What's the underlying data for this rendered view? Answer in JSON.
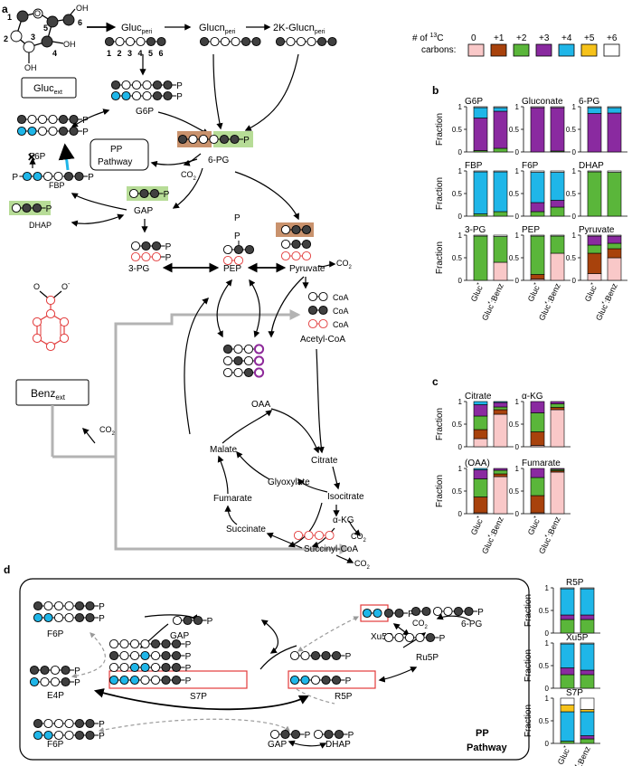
{
  "panels": {
    "a": "a",
    "b": "b",
    "c": "c",
    "d": "d"
  },
  "colors": {
    "black": "#404040",
    "white": "#ffffff",
    "blue": "#1fb6e8",
    "green": "#6fc24a",
    "boxGreen": "#b7dc97",
    "boxOrange": "#c9926d",
    "red": "#e23b3b",
    "purple": "#8e2a9a",
    "c0": "#f9c8c8",
    "c1": "#a8420c",
    "c2": "#5ab63a",
    "c3": "#8a2aa0",
    "c4": "#1fb6e8",
    "c5": "#f6c21a",
    "c6": "#ffffff"
  },
  "legend": {
    "title_line1": "# of ",
    "title_sup": "13",
    "title_line1b": "C",
    "title_line2": "carbons:",
    "items": [
      "0",
      "+1",
      "+2",
      "+3",
      "+4",
      "+5",
      "+6"
    ]
  },
  "pathway": {
    "gluc_ext_base": "Gluc",
    "gluc_ext_sub": "ext",
    "gluc_peri_base": "Gluc",
    "gluc_peri_sub": "peri",
    "glucn_peri_base": "Glucn",
    "glucn_peri_sub": "peri",
    "kglucn_peri_base": "2K-Glucn",
    "kglucn_peri_sub": "peri",
    "carbon_numbers": [
      "1",
      "2",
      "3",
      "4",
      "5",
      "6"
    ],
    "ring_numbers": [
      "1",
      "2",
      "3",
      "4",
      "5",
      "6"
    ],
    "oh": "OH",
    "o": "O",
    "p": "P",
    "g6p": "G6P",
    "f6p": "F6P",
    "pg6": "6-PG",
    "pp_line1": "PP",
    "pp_line2": "Pathway",
    "co2": "CO",
    "co2_sub": "2",
    "fbp": "FBP",
    "dhap": "DHAP",
    "gap": "GAP",
    "pg3": "3-PG",
    "pep": "PEP",
    "pyruvate": "Pyruvate",
    "coa": "CoA",
    "acetylcoa": "Acetyl-CoA",
    "benz_base": "Benz",
    "benz_sub": "ext",
    "benzoate_o": "O",
    "benzoate_om": "O",
    "benzoate_om_sup": "-",
    "oaa": "OAA",
    "malate": "Malate",
    "citrate": "Citrate",
    "glyoxylate": "Glyoxylate",
    "isocitrate": "Isocitrate",
    "fumarate": "Fumarate",
    "succinate": "Succinate",
    "succinylcoa": "Succinyl-CoA",
    "akg": "α-KG"
  },
  "pp": {
    "f6p": "F6P",
    "gap": "GAP",
    "xu5p": "Xu5P",
    "co2": "CO",
    "co2_sub": "2",
    "pg6": "6-PG",
    "ru5p": "Ru5P",
    "e4p": "E4P",
    "s7p": "S7P",
    "r5p": "R5P",
    "gap2": "GAP",
    "dhap": "DHAP",
    "title_line1": "PP",
    "title_line2": "Pathway",
    "p": "P"
  },
  "axis": {
    "ylabel": "Fraction",
    "ticks": [
      "0",
      "0.5",
      "1"
    ],
    "cond1_base": "Gluc",
    "cond1_sup": "*",
    "cond2_base": "Gluc",
    "cond2_sup": "*",
    "cond2_tail": ":Benz"
  },
  "chart_data": [
    {
      "type": "bar",
      "stacked": true,
      "title": "G6P",
      "categories": [
        "Gluc*",
        "Gluc*:Benz"
      ],
      "ylim": [
        0,
        1
      ],
      "segments": [
        [
          0,
          0,
          0.03,
          0.72,
          0.23,
          0,
          0.02
        ],
        [
          0,
          0,
          0.08,
          0.82,
          0.08,
          0,
          0.02
        ]
      ]
    },
    {
      "type": "bar",
      "stacked": true,
      "title": "Gluconate",
      "categories": [
        "Gluc*",
        "Gluc*:Benz"
      ],
      "ylim": [
        0,
        1
      ],
      "segments": [
        [
          0,
          0,
          0,
          0.98,
          0,
          0,
          0.02
        ],
        [
          0,
          0,
          0.02,
          0.96,
          0,
          0,
          0.02
        ]
      ]
    },
    {
      "type": "bar",
      "stacked": true,
      "title": "6-PG",
      "categories": [
        "Gluc*",
        "Gluc*:Benz"
      ],
      "ylim": [
        0,
        1
      ],
      "segments": [
        [
          0,
          0,
          0,
          0.85,
          0.13,
          0,
          0.02
        ],
        [
          0,
          0,
          0,
          0.86,
          0.12,
          0,
          0.02
        ]
      ]
    },
    {
      "type": "bar",
      "stacked": true,
      "title": "FBP",
      "categories": [
        "Gluc*",
        "Gluc*:Benz"
      ],
      "ylim": [
        0,
        1
      ],
      "segments": [
        [
          0,
          0,
          0.05,
          0,
          0.93,
          0,
          0.02
        ],
        [
          0,
          0,
          0.1,
          0,
          0.88,
          0,
          0.02
        ]
      ]
    },
    {
      "type": "bar",
      "stacked": true,
      "title": "F6P",
      "categories": [
        "Gluc*",
        "Gluc*:Benz"
      ],
      "ylim": [
        0,
        1
      ],
      "segments": [
        [
          0,
          0,
          0.1,
          0.2,
          0.67,
          0,
          0.03
        ],
        [
          0,
          0,
          0.2,
          0.15,
          0.62,
          0,
          0.03
        ]
      ]
    },
    {
      "type": "bar",
      "stacked": true,
      "title": "DHAP",
      "categories": [
        "Gluc*",
        "Gluc*:Benz"
      ],
      "ylim": [
        0,
        1
      ],
      "segments": [
        [
          0,
          0,
          0.98,
          0,
          0,
          0,
          0.02
        ],
        [
          0,
          0,
          0.97,
          0,
          0,
          0,
          0.03
        ]
      ]
    },
    {
      "type": "bar",
      "stacked": true,
      "title": "3-PG",
      "categories": [
        "Gluc*",
        "Gluc*:Benz"
      ],
      "ylim": [
        0,
        1
      ],
      "segments": [
        [
          0,
          0,
          0.98,
          0,
          0,
          0,
          0.02
        ],
        [
          0.4,
          0,
          0.57,
          0,
          0,
          0,
          0.03
        ]
      ]
    },
    {
      "type": "bar",
      "stacked": true,
      "title": "PEP",
      "categories": [
        "Gluc*",
        "Gluc*:Benz"
      ],
      "ylim": [
        0,
        1
      ],
      "segments": [
        [
          0.03,
          0.1,
          0.85,
          0,
          0,
          0,
          0.02
        ],
        [
          0.6,
          0,
          0.38,
          0,
          0,
          0,
          0.02
        ]
      ]
    },
    {
      "type": "bar",
      "stacked": true,
      "title": "Pyruvate",
      "categories": [
        "Gluc*",
        "Gluc*:Benz"
      ],
      "ylim": [
        0,
        1
      ],
      "segments": [
        [
          0.15,
          0.45,
          0.18,
          0.2,
          0,
          0,
          0.02
        ],
        [
          0.5,
          0.2,
          0.12,
          0.16,
          0,
          0,
          0.02
        ]
      ]
    },
    {
      "type": "bar",
      "stacked": true,
      "title": "Citrate",
      "categories": [
        "Gluc*",
        "Gluc*:Benz"
      ],
      "ylim": [
        0,
        1
      ],
      "segments": [
        [
          0.18,
          0.2,
          0.3,
          0.25,
          0.07,
          0,
          0
        ],
        [
          0.72,
          0.1,
          0.06,
          0.1,
          0.02,
          0,
          0
        ]
      ]
    },
    {
      "type": "bar",
      "stacked": true,
      "title": "α-KG",
      "categories": [
        "Gluc*",
        "Gluc*:Benz"
      ],
      "ylim": [
        0,
        1
      ],
      "segments": [
        [
          0.03,
          0.3,
          0.42,
          0.25,
          0,
          0,
          0
        ],
        [
          0.82,
          0.05,
          0.08,
          0.05,
          0,
          0,
          0
        ]
      ]
    },
    {
      "type": "bar",
      "stacked": true,
      "title": "(OAA)",
      "categories": [
        "Gluc*",
        "Gluc*:Benz"
      ],
      "ylim": [
        0,
        1
      ],
      "segments": [
        [
          0.02,
          0.35,
          0.4,
          0.2,
          0.03,
          0,
          0
        ],
        [
          0.82,
          0.06,
          0.08,
          0.04,
          0,
          0,
          0
        ]
      ]
    },
    {
      "type": "bar",
      "stacked": true,
      "title": "Fumarate",
      "categories": [
        "Gluc*",
        "Gluc*:Benz"
      ],
      "ylim": [
        0,
        1
      ],
      "segments": [
        [
          0.02,
          0.38,
          0.4,
          0.2,
          0,
          0,
          0
        ],
        [
          0.92,
          0.03,
          0.03,
          0.02,
          0,
          0,
          0
        ]
      ]
    },
    {
      "type": "bar",
      "stacked": true,
      "title": "R5P",
      "categories": [
        "Gluc*",
        "Gluc*:Benz"
      ],
      "ylim": [
        0,
        1
      ],
      "segments": [
        [
          0,
          0,
          0.3,
          0.1,
          0.58,
          0,
          0.02
        ],
        [
          0,
          0,
          0.3,
          0.1,
          0.58,
          0,
          0.02
        ]
      ]
    },
    {
      "type": "bar",
      "stacked": true,
      "title": "Xu5P",
      "categories": [
        "Gluc*",
        "Gluc*:Benz"
      ],
      "ylim": [
        0,
        1
      ],
      "segments": [
        [
          0,
          0,
          0.3,
          0.15,
          0.53,
          0,
          0.02
        ],
        [
          0,
          0,
          0.3,
          0.1,
          0.58,
          0,
          0.02
        ]
      ]
    },
    {
      "type": "bar",
      "stacked": true,
      "title": "S7P",
      "categories": [
        "Gluc*",
        "Gluc*:Benz"
      ],
      "ylim": [
        0,
        1
      ],
      "segments": [
        [
          0,
          0,
          0.05,
          0,
          0.65,
          0.15,
          0.15
        ],
        [
          0,
          0,
          0.1,
          0.07,
          0.53,
          0.05,
          0.25
        ]
      ]
    }
  ]
}
